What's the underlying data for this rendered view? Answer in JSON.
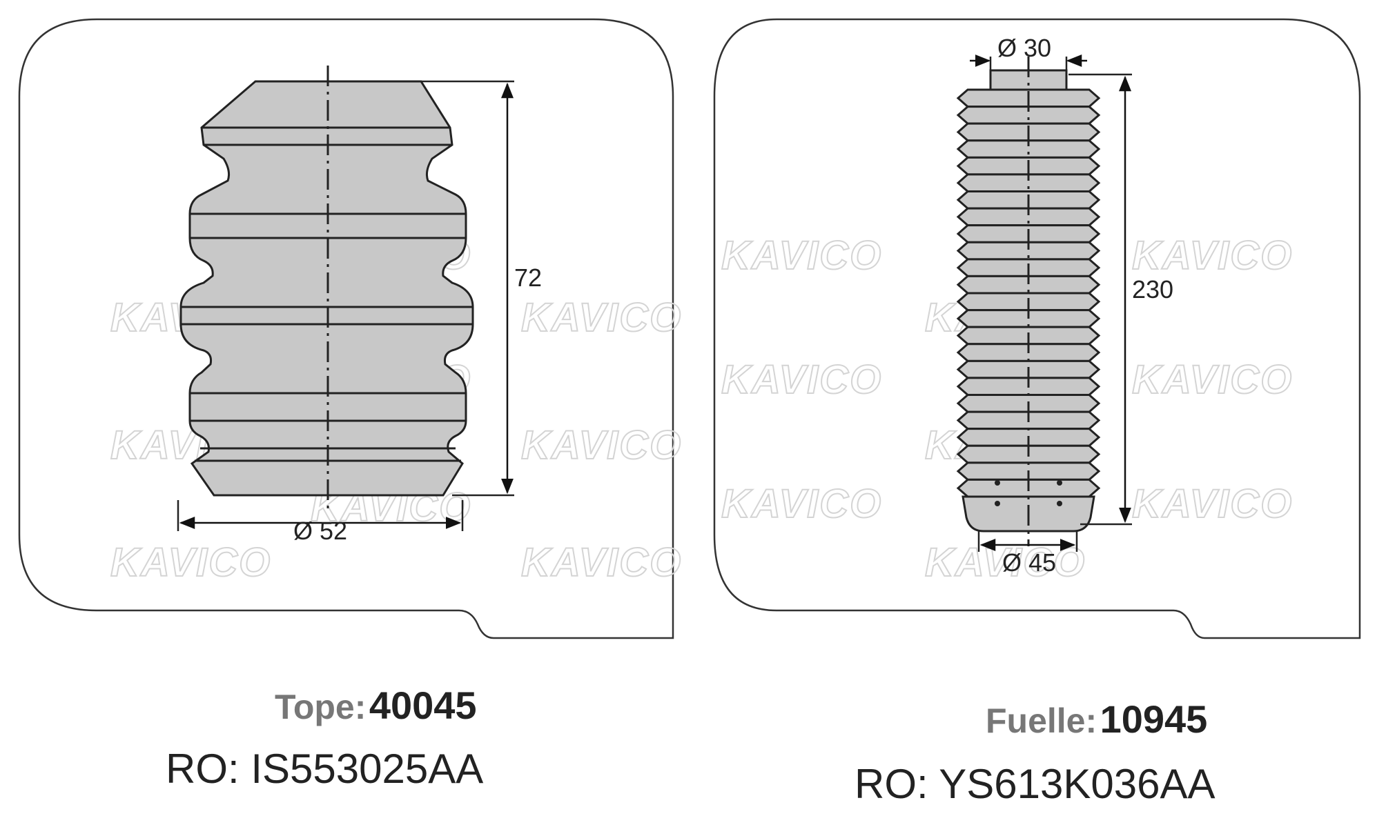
{
  "watermark": "KAVICO",
  "left_part": {
    "dim_height": "72",
    "dim_diameter": "Ø 52",
    "type_label": "Tope:",
    "part_number": "40045",
    "ro_label": "RO: IS553025AA"
  },
  "right_part": {
    "dim_top_diameter": "Ø 30",
    "dim_height": "230",
    "dim_bottom_diameter": "Ø 45",
    "type_label": "Fuelle:",
    "part_number": "10945",
    "ro_label": "RO: YS613K036AA"
  }
}
